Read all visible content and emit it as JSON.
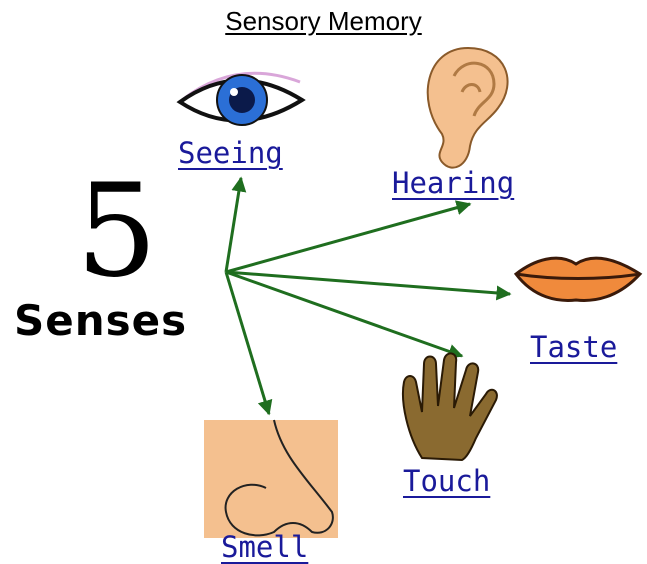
{
  "title": "Sensory Memory",
  "center": {
    "number": "5",
    "word": "Senses"
  },
  "senses": [
    {
      "label": "Seeing",
      "icon": "eye-icon"
    },
    {
      "label": "Hearing",
      "icon": "ear-icon"
    },
    {
      "label": "Taste",
      "icon": "lips-icon"
    },
    {
      "label": "Touch",
      "icon": "hand-icon"
    },
    {
      "label": "Smell",
      "icon": "nose-icon"
    }
  ],
  "colors": {
    "arrow": "#1f6e1f",
    "label": "#1a1a9a",
    "skin": "#f4c08f"
  }
}
